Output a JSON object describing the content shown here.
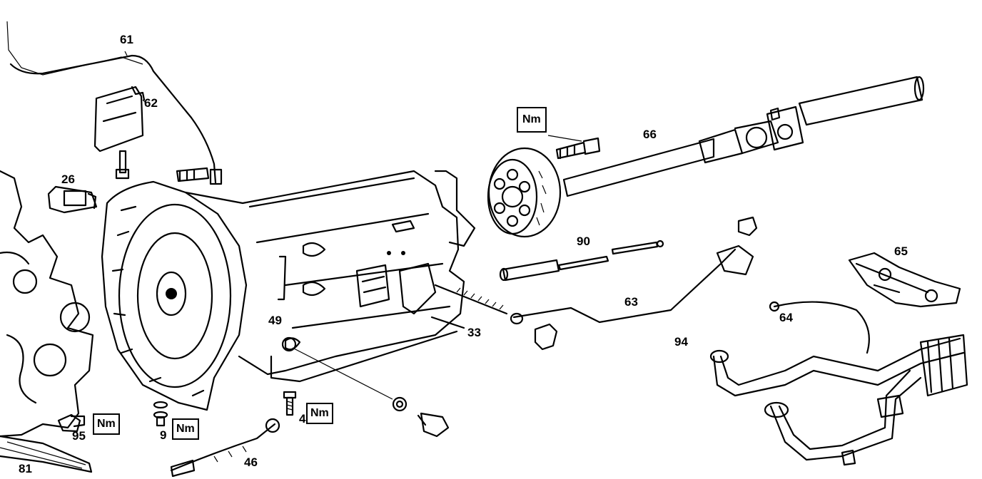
{
  "callouts": {
    "c61": "61",
    "c62": "62",
    "c26": "26",
    "c66": "66",
    "c90": "90",
    "c65": "65",
    "c63": "63",
    "c64": "64",
    "c94": "94",
    "c49": "49",
    "c33": "33",
    "c95": "95",
    "c9": "9",
    "c4": "4",
    "c46": "46",
    "c81": "81"
  },
  "torque_label": "Nm"
}
